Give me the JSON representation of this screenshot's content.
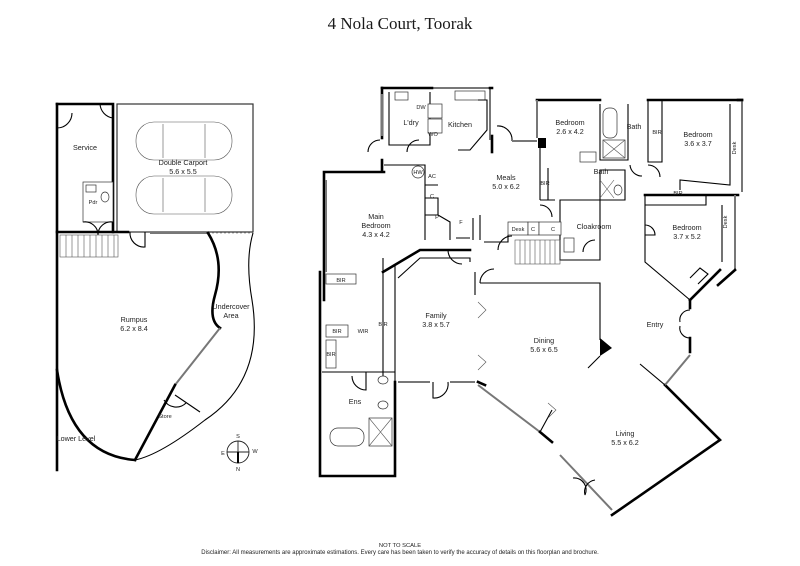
{
  "header": {
    "title": "4 Nola Court, Toorak"
  },
  "lower_level": {
    "label": "Lower Level",
    "rooms": [
      {
        "name": "Service",
        "size": ""
      },
      {
        "name": "Double Carport",
        "size": "5.6 x 5.5"
      },
      {
        "name": "Pdr",
        "size": ""
      },
      {
        "name": "Rumpus",
        "size": "6.2 x 8.4"
      },
      {
        "name": "Undercover",
        "size": "Area"
      },
      {
        "name": "Store",
        "size": ""
      }
    ]
  },
  "upper_level": {
    "rooms": [
      {
        "name": "L'dry",
        "size": ""
      },
      {
        "name": "Kitchen",
        "size": ""
      },
      {
        "name": "Meals",
        "size": "5.0 x 6.2"
      },
      {
        "name": "Main",
        "size": "Bedroom"
      },
      {
        "name": "Bedroom",
        "size": "2.6 x 4.2"
      },
      {
        "name": "Bedroom",
        "size": "3.6 x 3.7"
      },
      {
        "name": "Bedroom",
        "size": "3.7 x 5.2"
      },
      {
        "name": "Family",
        "size": "3.8 x 5.7"
      },
      {
        "name": "Dining",
        "size": "5.6 x 6.5"
      },
      {
        "name": "Living",
        "size": "5.5 x 6.2"
      },
      {
        "name": "Entry",
        "size": ""
      },
      {
        "name": "Cloakroom",
        "size": ""
      },
      {
        "name": "Bath",
        "size": ""
      },
      {
        "name": "Ens",
        "size": ""
      },
      {
        "name": "WIR",
        "size": ""
      }
    ],
    "main_bedroom_size": "4.3 x 4.2",
    "fixtures": {
      "dw": "DW",
      "wo": "WO",
      "hw": "HW",
      "ac": "AC",
      "c": "C",
      "p": "P",
      "f": "F",
      "bir": "BIR",
      "desk": "Desk",
      "bath": "Bath"
    }
  },
  "compass": {
    "n": "N",
    "s": "S",
    "e": "E",
    "w": "W"
  },
  "footer": {
    "scale_note": "NOT TO SCALE",
    "disclaimer": "Disclaimer: All measurements are approximate estimations. Every care has been taken to verify the accuracy of details on this floorplan and brochure."
  }
}
